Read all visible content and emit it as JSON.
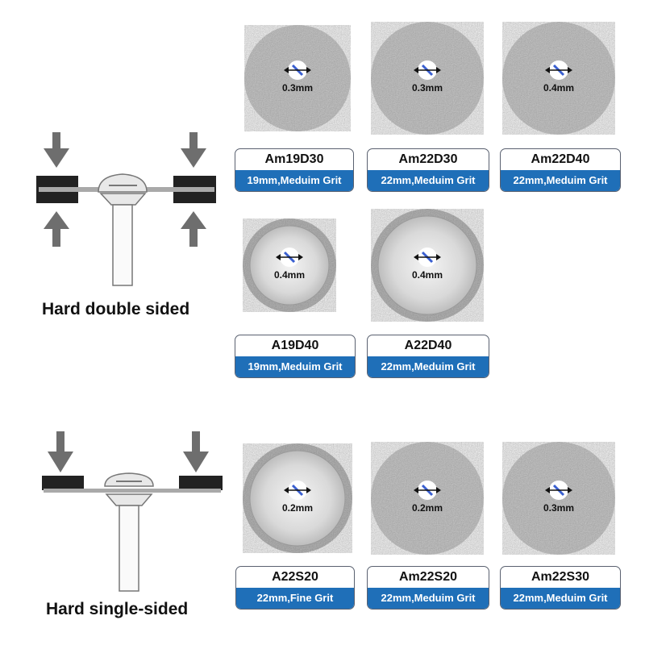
{
  "colors": {
    "blue_band": "#1f6fb8",
    "arrow_gray": "#6e6e6e",
    "block_black": "#222222",
    "rod_gray": "#8f8f8f"
  },
  "sections": [
    {
      "caption": "Hard double sided",
      "icons": [
        "down-arrow-icon",
        "up-arrow-icon"
      ]
    },
    {
      "caption": "Hard single-sided",
      "icons": [
        "down-arrow-icon"
      ]
    }
  ],
  "products": [
    {
      "code": "Am19D30",
      "desc": "19mm,Meduim Grit",
      "thickness": "0.3mm",
      "style": "fine"
    },
    {
      "code": "Am22D30",
      "desc": "22mm,Meduim Grit",
      "thickness": "0.3mm",
      "style": "fine"
    },
    {
      "code": "Am22D40",
      "desc": "22mm,Meduim Grit",
      "thickness": "0.4mm",
      "style": "fine"
    },
    {
      "code": "A19D40",
      "desc": "19mm,Meduim Grit",
      "thickness": "0.4mm",
      "style": "rim"
    },
    {
      "code": "A22D40",
      "desc": "22mm,Meduim Grit",
      "thickness": "0.4mm",
      "style": "rim"
    },
    {
      "code": "A22S20",
      "desc": "22mm,Fine Grit",
      "thickness": "0.2mm",
      "style": "rim"
    },
    {
      "code": "Am22S20",
      "desc": "22mm,Meduim Grit",
      "thickness": "0.2mm",
      "style": "fine"
    },
    {
      "code": "Am22S30",
      "desc": "22mm,Meduim Grit",
      "thickness": "0.3mm",
      "style": "fine"
    }
  ]
}
